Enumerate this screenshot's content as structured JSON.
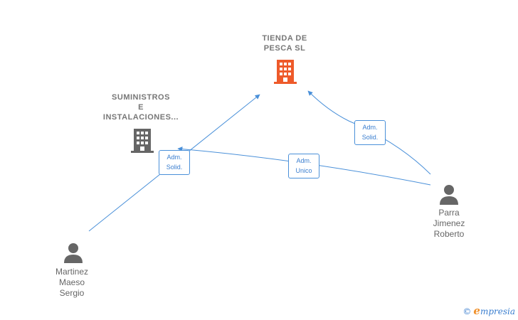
{
  "companies": [
    {
      "id": "tienda",
      "lines": [
        "TIENDA DE",
        "PESCA  SL"
      ],
      "icon": "building-icon",
      "color": "#ee5a2a"
    },
    {
      "id": "suministros",
      "lines": [
        "SUMINISTROS",
        "E",
        "INSTALACIONES..."
      ],
      "icon": "building-icon",
      "color": "#666666"
    }
  ],
  "people": [
    {
      "id": "parra",
      "lines": [
        "Parra",
        "Jimenez",
        "Roberto"
      ],
      "icon": "person-icon",
      "color": "#666666"
    },
    {
      "id": "martinez",
      "lines": [
        "Martinez",
        "Maeso",
        "Sergio"
      ],
      "icon": "person-icon",
      "color": "#666666"
    }
  ],
  "relations": [
    {
      "from": "martinez",
      "to": "tienda",
      "label": [
        "Adm.",
        "Solid."
      ]
    },
    {
      "from": "parra",
      "to": "tienda",
      "label": [
        "Adm.",
        "Solid."
      ]
    },
    {
      "from": "parra",
      "to": "suministros",
      "label": [
        "Adm.",
        "Unico"
      ]
    }
  ],
  "colors": {
    "edge": "#4a90d9",
    "badge_text": "#3a7ecf"
  },
  "watermark": {
    "copyright": "©",
    "brand_initial": "e",
    "brand_rest": "mpresia"
  }
}
